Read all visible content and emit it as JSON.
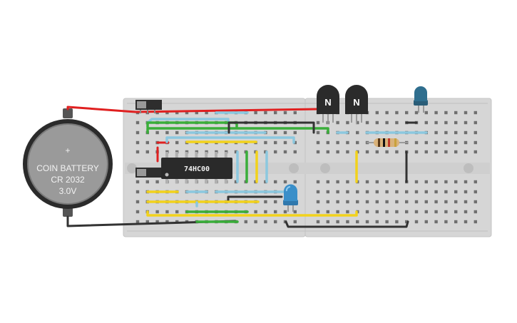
{
  "battery": {
    "line1": "COIN BATTERY",
    "line2": "CR 2032",
    "line3": "3.0V",
    "plus": "+"
  },
  "chip": {
    "label": "74HC00"
  },
  "transistors": [
    {
      "label": "N"
    },
    {
      "label": "N"
    }
  ],
  "colors": {
    "breadboard": "#d9d9d9",
    "wire_red": "#e02020",
    "wire_black": "#333333",
    "wire_green": "#3aae3a",
    "wire_yellow": "#f2d21c",
    "wire_blue": "#8cc8df",
    "led_blue": "#3a8fc9",
    "led_darkblue": "#2f6e8e",
    "chip": "#2a2a2a",
    "transistor": "#2b2b2b"
  }
}
